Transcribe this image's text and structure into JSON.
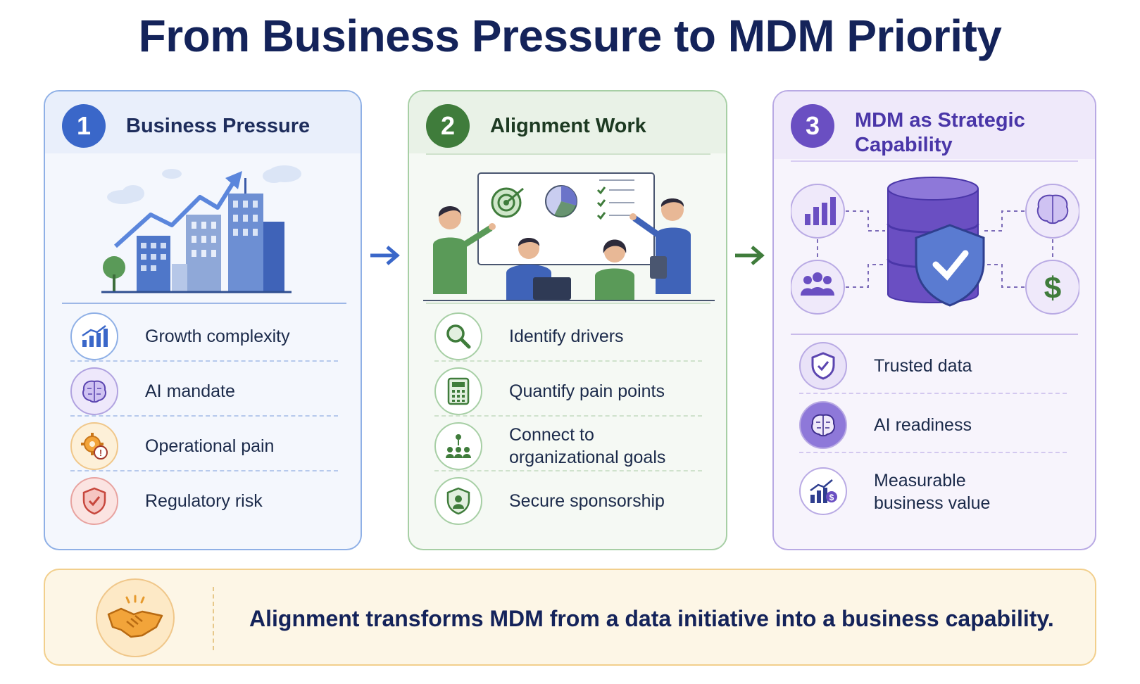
{
  "title": "From Business Pressure to MDM Priority",
  "colors": {
    "blue": "#3a67c9",
    "green": "#3f7c3b",
    "purple": "#6a4fc2",
    "gold": "#f2cf8c"
  },
  "panels": [
    {
      "number": "1",
      "title": "Business Pressure",
      "illustration": "city-growth",
      "items": [
        {
          "label": "Growth complexity",
          "icon": "bar-chart-growth-icon"
        },
        {
          "label": "AI mandate",
          "icon": "brain-icon"
        },
        {
          "label": "Operational pain",
          "icon": "gear-warning-icon"
        },
        {
          "label": "Regulatory risk",
          "icon": "shield-check-icon"
        }
      ]
    },
    {
      "number": "2",
      "title": "Alignment Work",
      "illustration": "team-meeting",
      "items": [
        {
          "label": "Identify drivers",
          "icon": "magnifier-icon"
        },
        {
          "label": "Quantify pain points",
          "icon": "calculator-icon"
        },
        {
          "label": "Connect to organizational goals",
          "icon": "org-people-icon"
        },
        {
          "label": "Secure sponsorship",
          "icon": "shield-person-icon"
        }
      ]
    },
    {
      "number": "3",
      "title": "MDM as Strategic Capability",
      "illustration": "database-shield",
      "items": [
        {
          "label": "Trusted data",
          "icon": "shield-check-icon"
        },
        {
          "label": "AI readiness",
          "icon": "brain-icon"
        },
        {
          "label": "Measurable business value",
          "icon": "growth-dollar-icon"
        }
      ]
    }
  ],
  "footer": {
    "icon": "handshake-icon",
    "text": "Alignment transforms MDM from a data initiative into a business capability."
  }
}
